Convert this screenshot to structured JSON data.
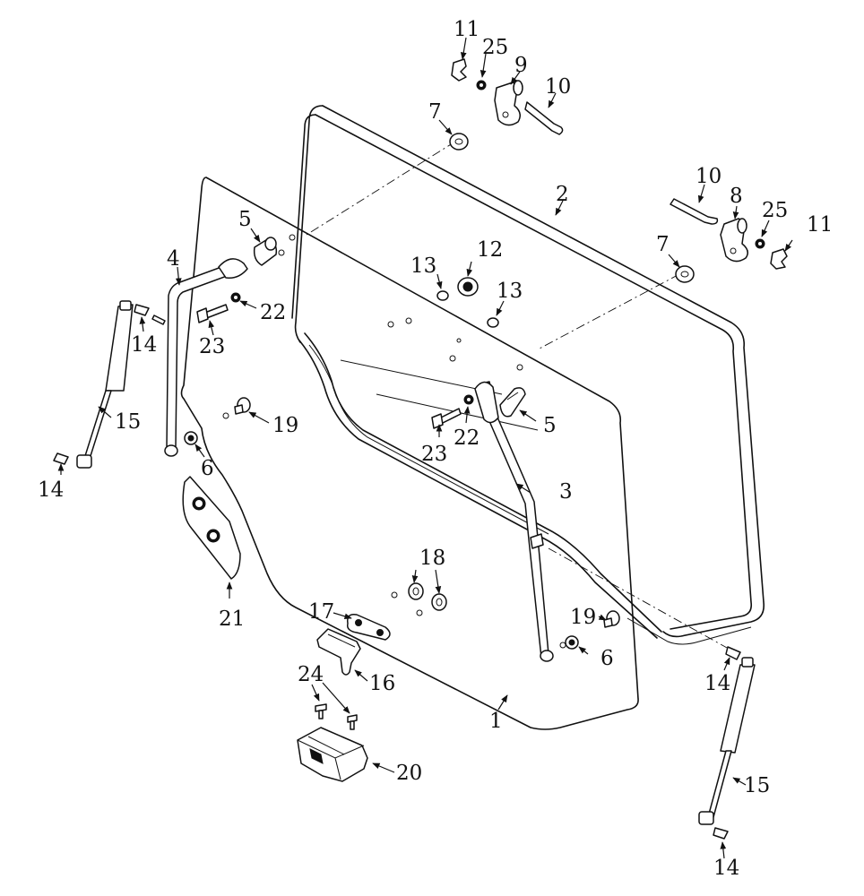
{
  "labels": {
    "l1": "1",
    "l2": "2",
    "l3": "3",
    "l4": "4",
    "l5a": "5",
    "l5b": "5",
    "l6a": "6",
    "l6b": "6",
    "l7a": "7",
    "l7b": "7",
    "l8": "8",
    "l9": "9",
    "l10a": "10",
    "l10b": "10",
    "l11a": "11",
    "l11b": "11",
    "l12": "12",
    "l13a": "13",
    "l13b": "13",
    "l14a": "14",
    "l14b": "14",
    "l14c": "14",
    "l14d": "14",
    "l15a": "15",
    "l15b": "15",
    "l16": "16",
    "l17": "17",
    "l18": "18",
    "l19a": "19",
    "l19b": "19",
    "l20": "20",
    "l21": "21",
    "l22a": "22",
    "l22b": "22",
    "l23a": "23",
    "l23b": "23",
    "l24": "24",
    "l25a": "25",
    "l25b": "25"
  }
}
